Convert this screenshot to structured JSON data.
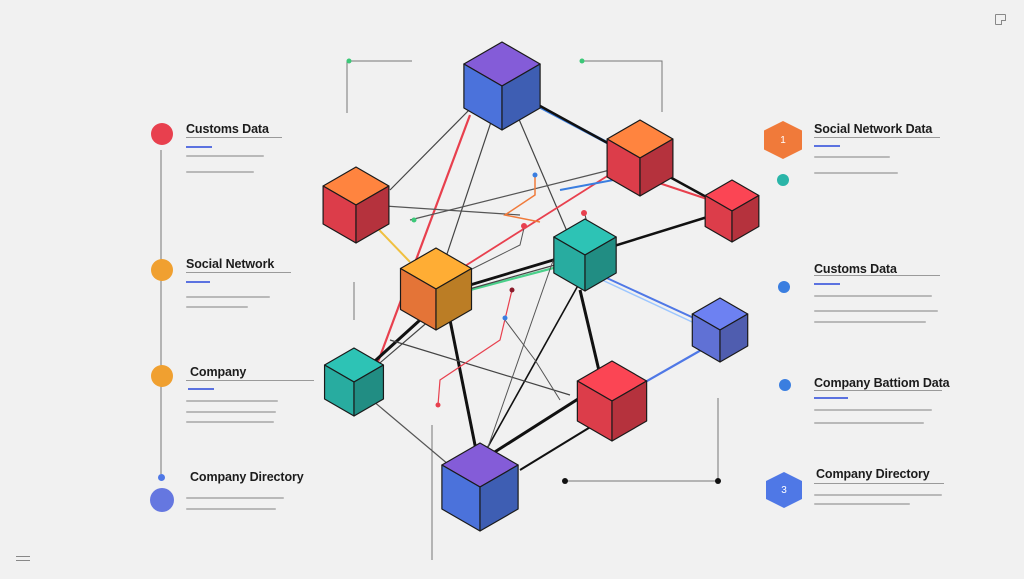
{
  "labels": {
    "left_1": "Customs Data",
    "left_2": "Social Network",
    "left_3": "Company",
    "left_4": "Company Directory",
    "right_1": "Social Network Data",
    "right_2": "Customs Data",
    "right_3": "Company Battiom Data",
    "right_4": "Company Directory"
  },
  "badges": {
    "right_1_number": "1",
    "right_4_number": "3"
  },
  "colors": {
    "blue": "#4f78e6",
    "purple": "#7a55c8",
    "red": "#e8404e",
    "orange": "#f07a3a",
    "amber": "#f0a030",
    "teal": "#2ab5a8",
    "green": "#4ad08a",
    "periwinkle": "#6577e0"
  }
}
